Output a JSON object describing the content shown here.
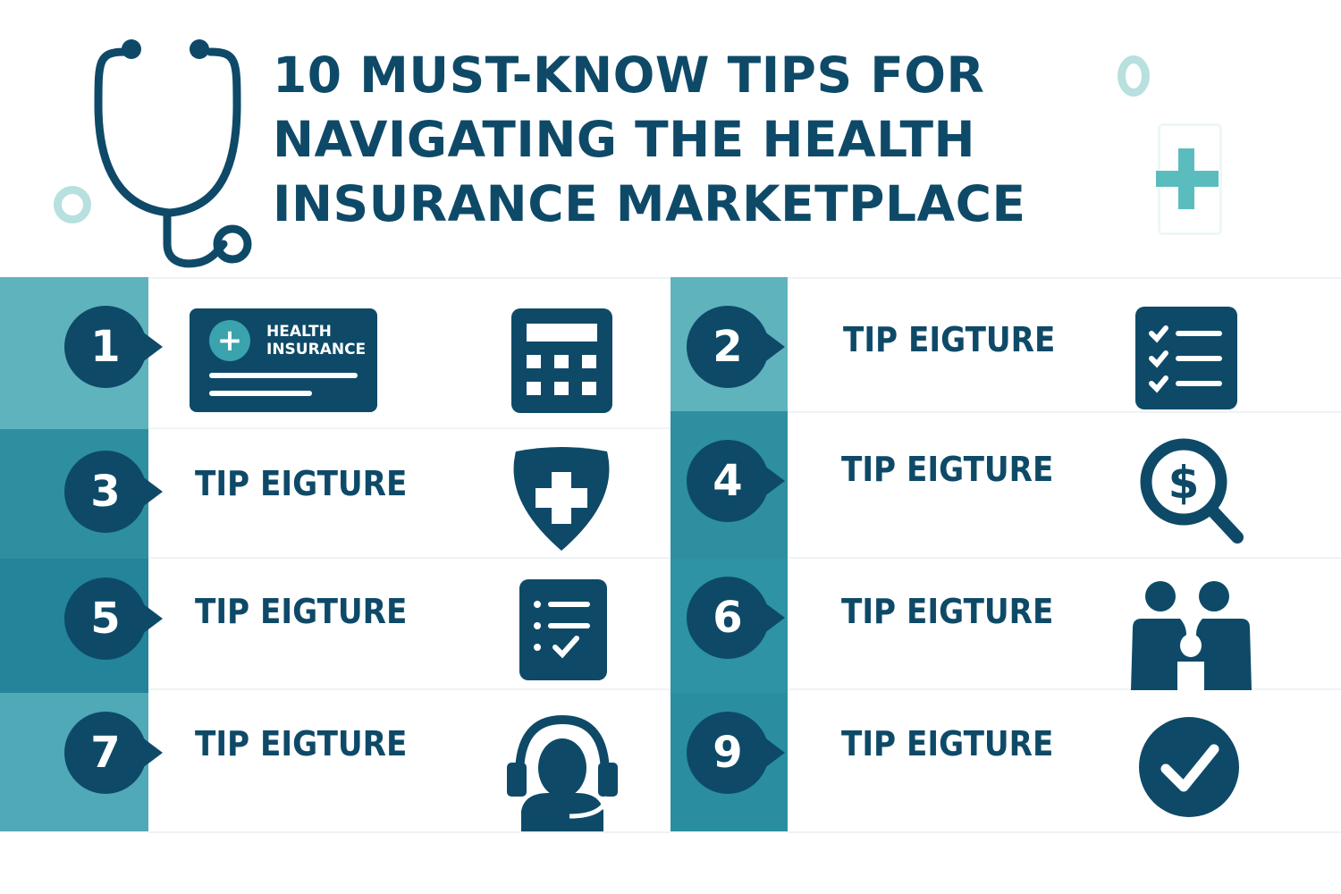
{
  "header": {
    "title_lines": [
      "10 MUST-KNOW TIPS FOR",
      "NAVIGATING THE HEALTH",
      "INSURANCE MARKETPLACE"
    ],
    "icons": [
      "stethoscope-icon",
      "ring-decoration",
      "medical-cross-card-icon"
    ]
  },
  "colors": {
    "primary": "#0e4a68",
    "teal_light": "#5fb3bd",
    "teal_mid": "#2e8fa0",
    "teal_dark": "#23849a",
    "accent_cross": "#5bbcbe",
    "ring": "#b7e0de",
    "background": "#ffffff"
  },
  "health_card": {
    "line1": "HEALTH",
    "line2": "INSURANCE",
    "logo_glyph": "+"
  },
  "tips": [
    {
      "number": "1",
      "label": "",
      "icon": "health-insurance-card-icon",
      "icon2": "calculator-icon"
    },
    {
      "number": "2",
      "label": "TIP EIGTURE",
      "icon": "checklist-icon"
    },
    {
      "number": "3",
      "label": "TIP EIGTURE",
      "icon": "shield-plus-icon"
    },
    {
      "number": "4",
      "label": "TIP EIGTURE",
      "icon": "dollar-search-icon"
    },
    {
      "number": "5",
      "label": "TIP EIGTURE",
      "icon": "clipboard-check-icon"
    },
    {
      "number": "6",
      "label": "TIP EIGTURE",
      "icon": "family-icon"
    },
    {
      "number": "7",
      "label": "TIP EIGTURE",
      "icon": "headset-support-icon"
    },
    {
      "number": "9",
      "label": "TIP EIGTURE",
      "icon": "check-circle-icon"
    }
  ]
}
